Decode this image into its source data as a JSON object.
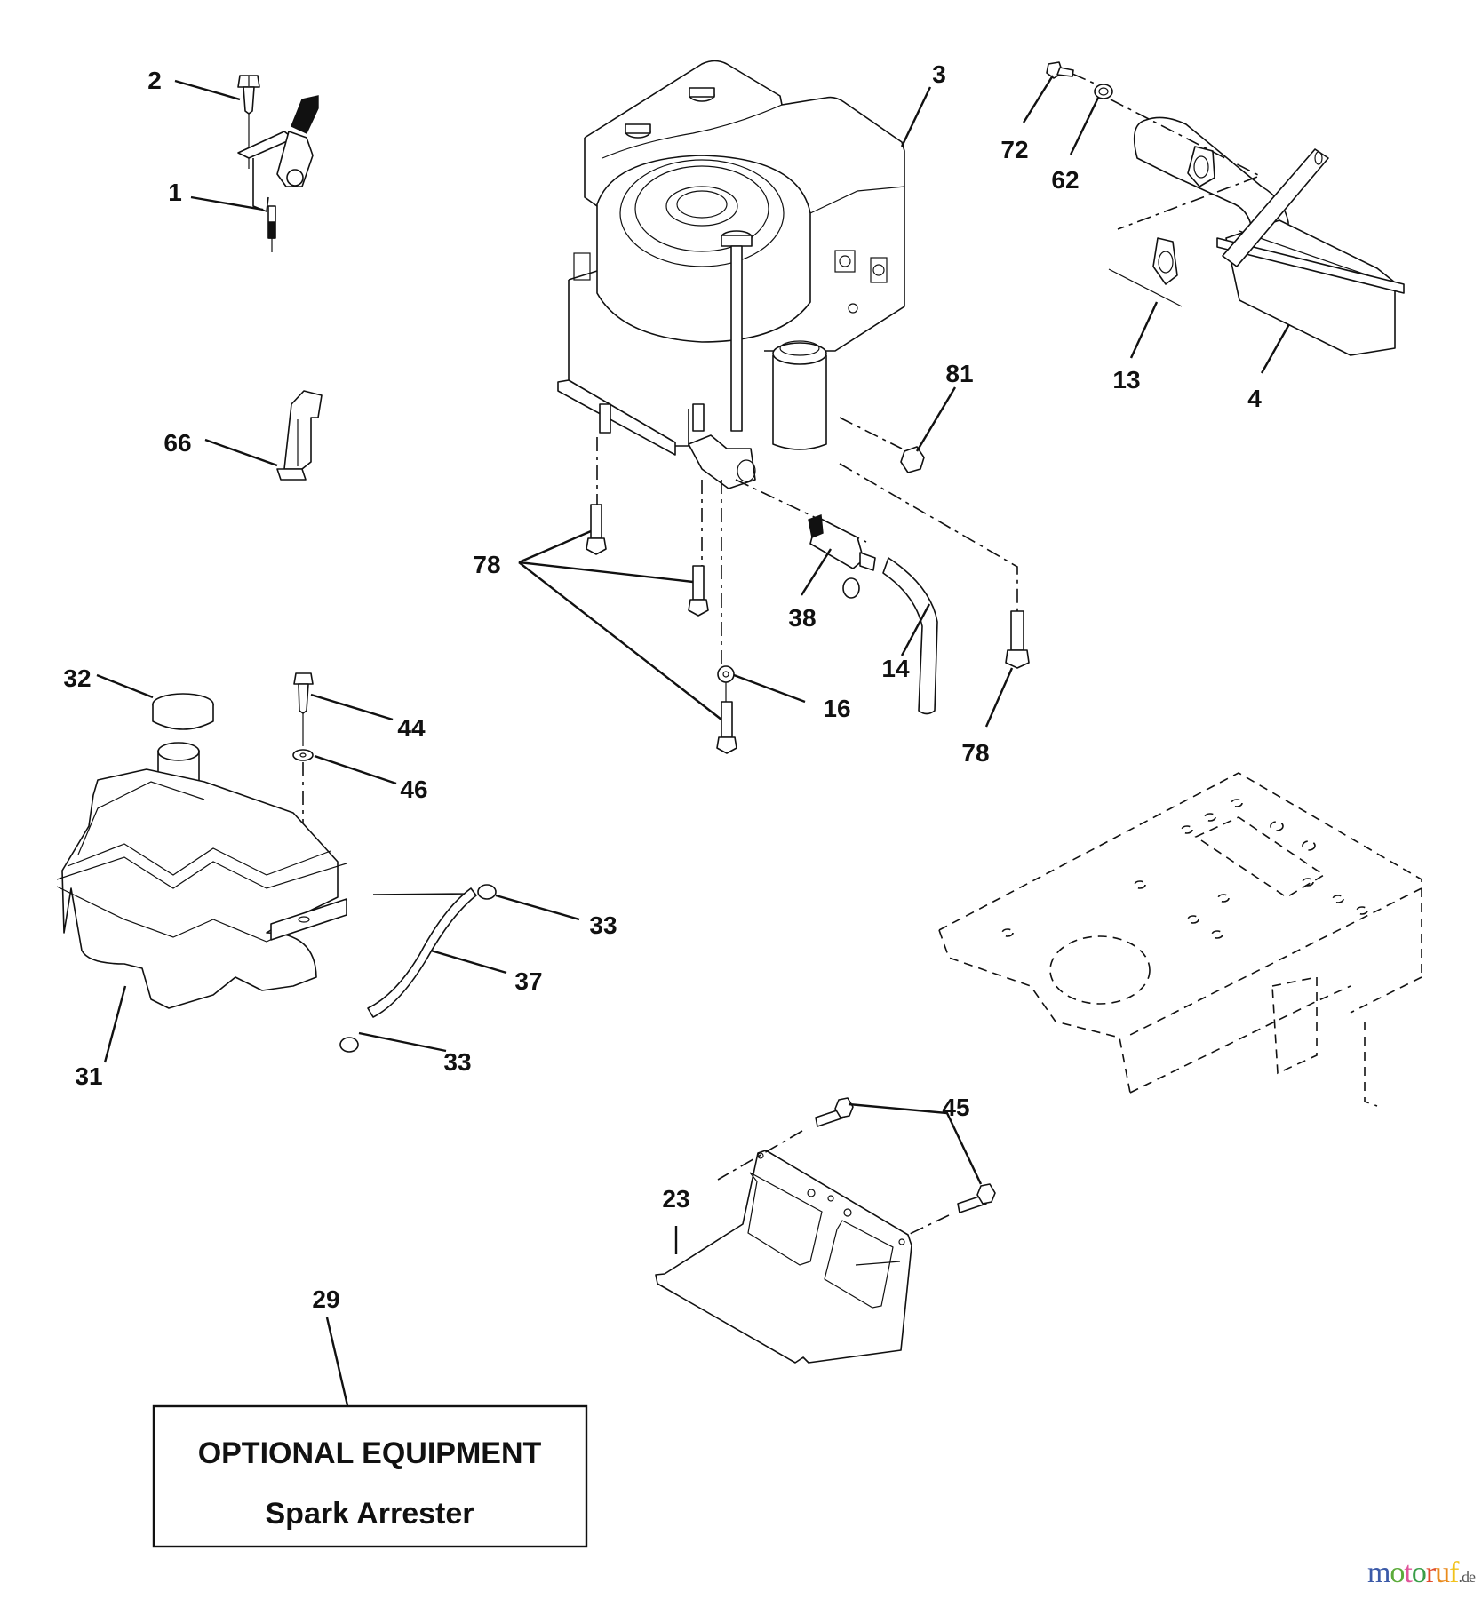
{
  "diagram": {
    "title": "Engine parts exploded view",
    "callouts": [
      {
        "id": "c1",
        "label": "1",
        "part": "throttle-control"
      },
      {
        "id": "c2",
        "label": "2",
        "part": "throttle-screw"
      },
      {
        "id": "c3",
        "label": "3",
        "part": "engine"
      },
      {
        "id": "c4",
        "label": "4",
        "part": "muffler"
      },
      {
        "id": "c13",
        "label": "13",
        "part": "muffler-gasket"
      },
      {
        "id": "c62",
        "label": "62",
        "part": "lock-washer"
      },
      {
        "id": "c72",
        "label": "72",
        "part": "muffler-bolt"
      },
      {
        "id": "c81",
        "label": "81",
        "part": "hex-nut"
      },
      {
        "id": "c66",
        "label": "66",
        "part": "control-knob-bracket"
      },
      {
        "id": "c78a",
        "label": "78",
        "part": "engine-bolts"
      },
      {
        "id": "c78b",
        "label": "78",
        "part": "engine-bolt-right"
      },
      {
        "id": "c38",
        "label": "38",
        "part": "fuel-filter"
      },
      {
        "id": "c14",
        "label": "14",
        "part": "fuel-line"
      },
      {
        "id": "c16",
        "label": "16",
        "part": "star-washer"
      },
      {
        "id": "c32",
        "label": "32",
        "part": "fuel-cap"
      },
      {
        "id": "c44",
        "label": "44",
        "part": "tank-screw"
      },
      {
        "id": "c46",
        "label": "46",
        "part": "tank-washer"
      },
      {
        "id": "c31",
        "label": "31",
        "part": "fuel-tank"
      },
      {
        "id": "c33a",
        "label": "33",
        "part": "hose-clamp-upper"
      },
      {
        "id": "c37",
        "label": "37",
        "part": "fuel-hose"
      },
      {
        "id": "c33b",
        "label": "33",
        "part": "hose-clamp-lower"
      },
      {
        "id": "c45",
        "label": "45",
        "part": "shield-bolts"
      },
      {
        "id": "c23",
        "label": "23",
        "part": "heat-shield"
      },
      {
        "id": "c29",
        "label": "29",
        "part": "spark-arrester"
      }
    ],
    "optional_box": {
      "title": "OPTIONAL EQUIPMENT",
      "subtitle": "Spark Arrester"
    }
  },
  "watermark": {
    "letters": [
      "m",
      "o",
      "t",
      "o",
      "r",
      "u",
      "f"
    ],
    "colors": [
      "#3b5aa8",
      "#3b5aa8",
      "#5cab3a",
      "#e0559a",
      "#3a9e49",
      "#e04a2a",
      "#e98a1c",
      "#f1c21b"
    ],
    "suffix": ".de"
  }
}
